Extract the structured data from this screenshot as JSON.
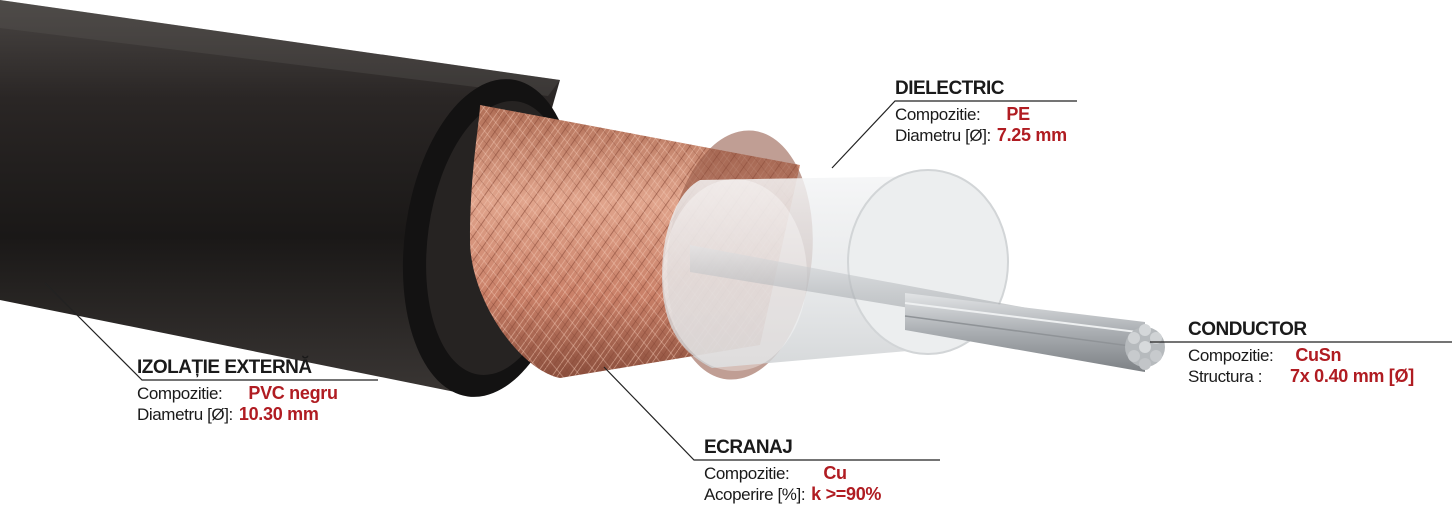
{
  "callouts": {
    "dielectric": {
      "title": "DIELECTRIC",
      "rows": [
        {
          "label": "Compozitie:",
          "value": "PE"
        },
        {
          "label": "Diametru [Ø]:",
          "value": "7.25 mm"
        }
      ]
    },
    "conductor": {
      "title": "CONDUCTOR",
      "rows": [
        {
          "label": "Compozitie:",
          "value": "CuSn"
        },
        {
          "label": "Structura :",
          "value": "7x 0.40 mm [Ø]"
        }
      ]
    },
    "izolatie": {
      "title": "IZOLAȚIE EXTERNĂ",
      "rows": [
        {
          "label": "Compozitie:",
          "value": "PVC negru"
        },
        {
          "label": "Diametru [Ø]:",
          "value": "10.30 mm"
        }
      ]
    },
    "ecranaj": {
      "title": "ECRANAJ",
      "rows": [
        {
          "label": "Compozitie:",
          "value": "Cu"
        },
        {
          "label": "Acoperire [%]:",
          "value": "k >=90%"
        }
      ]
    }
  },
  "colors": {
    "jacket": "#1c1a19",
    "shield": "#c8826a",
    "dielectric": "#e6e8ea",
    "conductor": "#b4b8bc",
    "value_text": "#b01c22"
  }
}
